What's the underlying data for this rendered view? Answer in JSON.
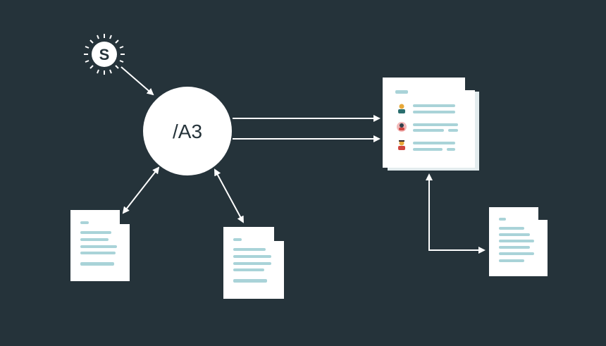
{
  "nodes": {
    "source": {
      "label": "S",
      "icon": "sun-badge-icon"
    },
    "hub": {
      "label": "/A3"
    }
  },
  "colors": {
    "background": "#25333a",
    "node": "#ffffff",
    "text_line": "#a9d3d8",
    "connector": "#ffffff"
  },
  "documents": [
    {
      "name": "left-document",
      "icon": "document-icon"
    },
    {
      "name": "middle-document",
      "icon": "document-icon"
    },
    {
      "name": "user-list-document",
      "icon": "user-list-icon",
      "users": [
        "user-green",
        "user-red-circle",
        "user-red"
      ]
    },
    {
      "name": "right-document",
      "icon": "document-icon"
    }
  ]
}
